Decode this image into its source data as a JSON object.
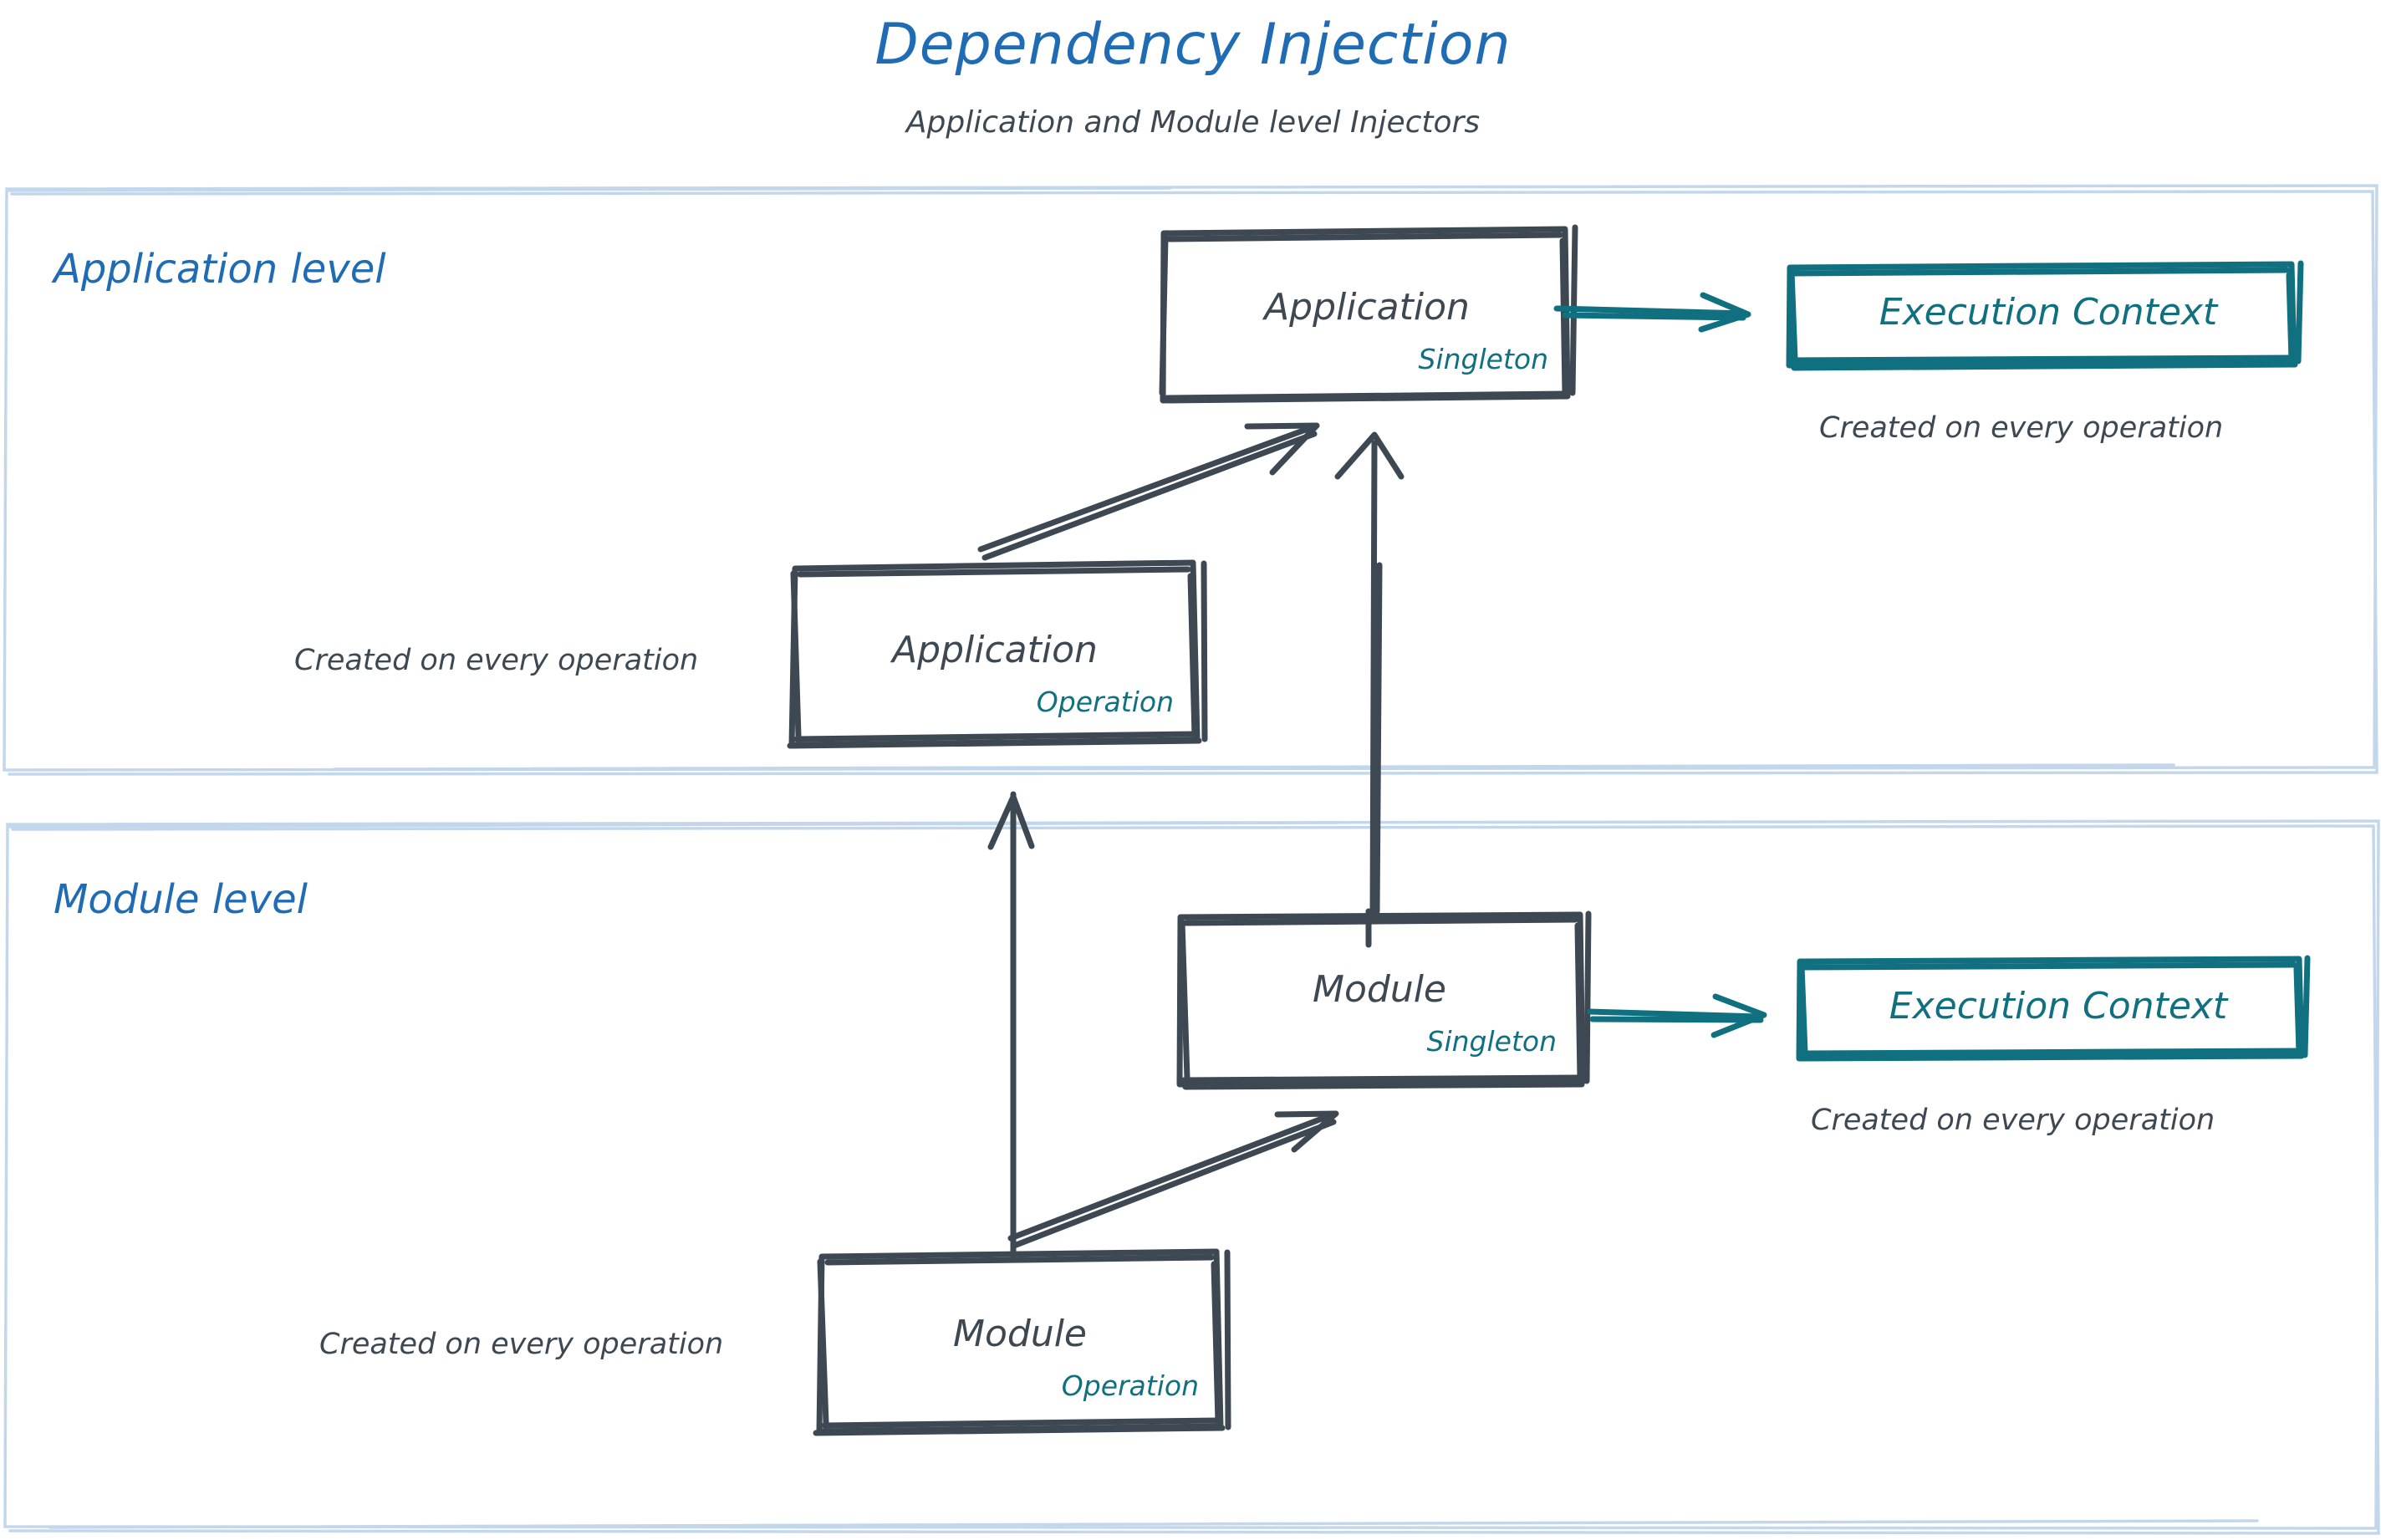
{
  "header": {
    "title": "Dependency Injection",
    "subtitle": "Application and Module level Injectors"
  },
  "colors": {
    "title_blue": "#1f6cb5",
    "zone_border": "#c3d7ec",
    "ink": "#3d4852",
    "teal": "#11707f",
    "background": "#ffffff"
  },
  "zones": [
    {
      "id": "application-level",
      "label": "Application level"
    },
    {
      "id": "module-level",
      "label": "Module level"
    }
  ],
  "nodes": {
    "app_singleton": {
      "title": "Application",
      "scope": "Singleton"
    },
    "app_operation": {
      "title": "Application",
      "scope": "Operation"
    },
    "mod_singleton": {
      "title": "Module",
      "scope": "Singleton"
    },
    "mod_operation": {
      "title": "Module",
      "scope": "Operation"
    },
    "ctx_app": {
      "title": "Execution Context"
    },
    "ctx_mod": {
      "title": "Execution Context"
    }
  },
  "captions": {
    "ctx_app": "Created on every operation",
    "ctx_mod": "Created on every operation",
    "app_operation": "Created on every operation",
    "mod_operation": "Created on every operation"
  }
}
